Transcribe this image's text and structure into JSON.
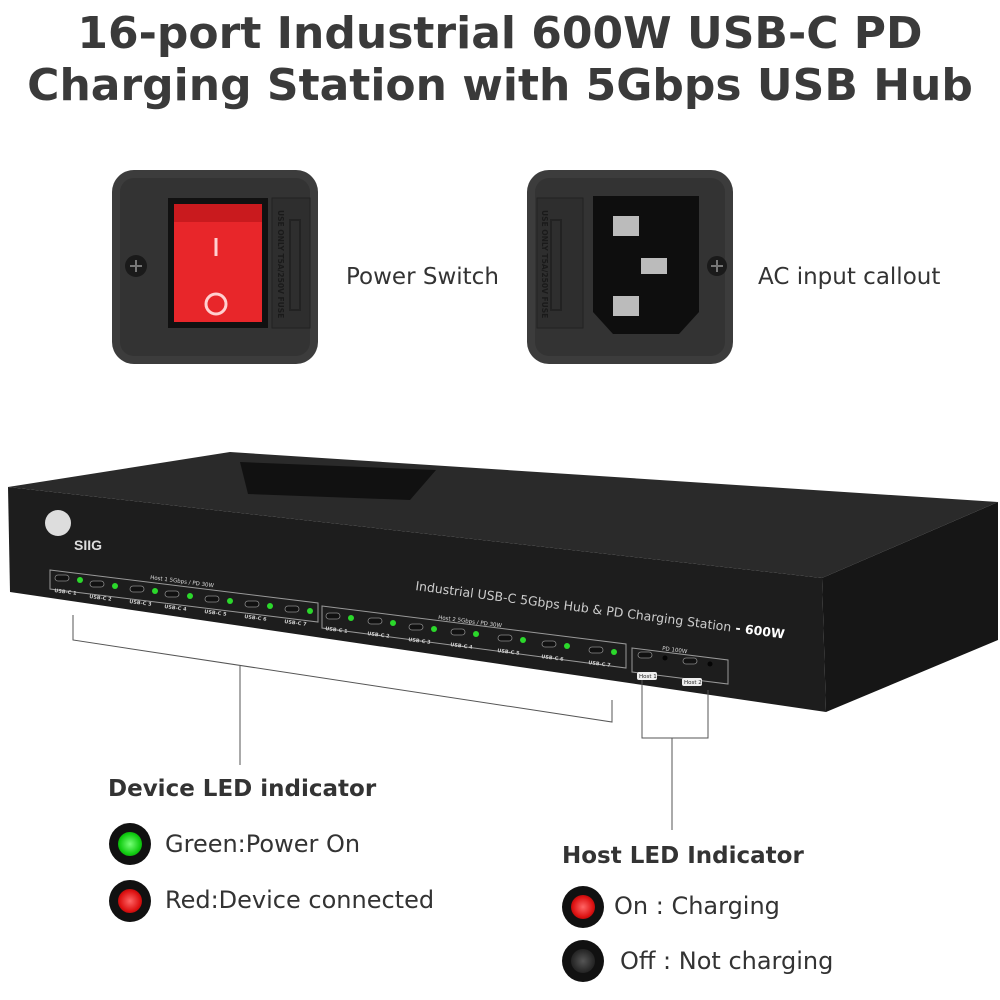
{
  "title": {
    "line1": "16-port Industrial 600W USB-C PD",
    "line2": "Charging Station with 5Gbps USB Hub"
  },
  "callouts": {
    "power_switch": "Power Switch",
    "ac_input": "AC input callout"
  },
  "switch": {
    "on_symbol": "I",
    "off_symbol": "O",
    "fuse_label": "USE ONLY T5A/250V FUSE"
  },
  "device": {
    "brand": "SIIG",
    "model_text": "Industrial USB-C 5Gbps Hub & PD Charging Station",
    "wattage": " - 600W",
    "group1_label": "Host 1  5Gbps / PD 30W",
    "group2_label": "Host 2  5Gbps / PD 30W",
    "host_group_label": "PD 100W",
    "port_labels": [
      "USB-C 1",
      "USB-C 2",
      "USB-C 3",
      "USB-C 4",
      "USB-C 5",
      "USB-C 6",
      "USB-C 7"
    ],
    "host_labels": [
      "Host 1",
      "Host 2"
    ]
  },
  "legend": {
    "device_heading": "Device LED indicator",
    "green_text": "Green:Power On",
    "red_text": "Red:Device connected",
    "host_heading": "Host LED Indicator",
    "on_text": "On : Charging",
    "off_text": "Off : Not charging"
  },
  "colors": {
    "led_green": "#2bd82b",
    "led_red": "#e01010",
    "switch_red": "#e8262a"
  }
}
